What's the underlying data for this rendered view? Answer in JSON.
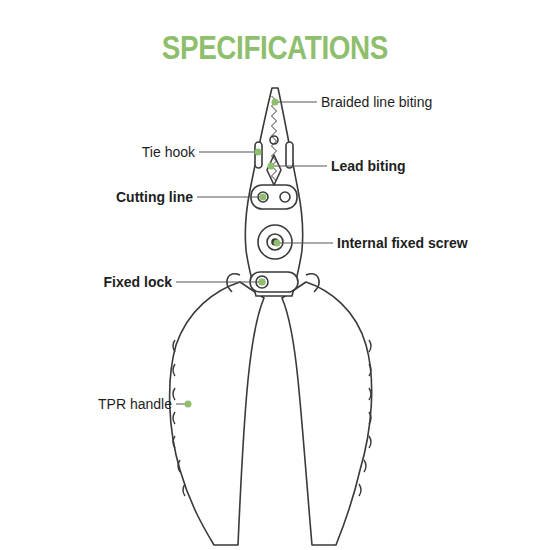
{
  "diagram": {
    "title": "SPECIFICATIONS",
    "labels": [
      "Braided line biting",
      "Tie hook",
      "Lead biting",
      "Cutting line",
      "Internal fixed screw",
      "Fixed lock",
      "TPR handle"
    ]
  }
}
